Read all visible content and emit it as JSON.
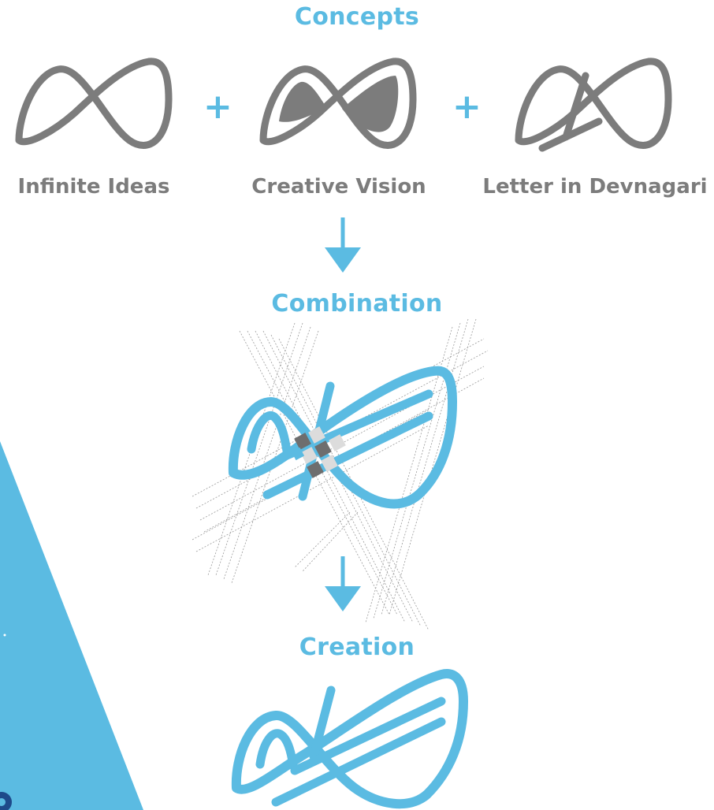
{
  "colors": {
    "accent": "#5bbbe2",
    "gray": "#7c7c7c",
    "dark_navy": "#1e4a8a"
  },
  "concepts": {
    "title": "Concepts",
    "operator": "+",
    "items": [
      {
        "label": "Infinite Ideas",
        "icon": "infinity-icon"
      },
      {
        "label": "Creative Vision",
        "icon": "eye-infinity-icon"
      },
      {
        "label": "Letter in Devnagari",
        "icon": "devnagari-infinity-icon"
      }
    ]
  },
  "combination": {
    "title": "Combination",
    "icon": "construction-grid-logo"
  },
  "creation": {
    "title": "Creation",
    "icon": "final-logo"
  }
}
